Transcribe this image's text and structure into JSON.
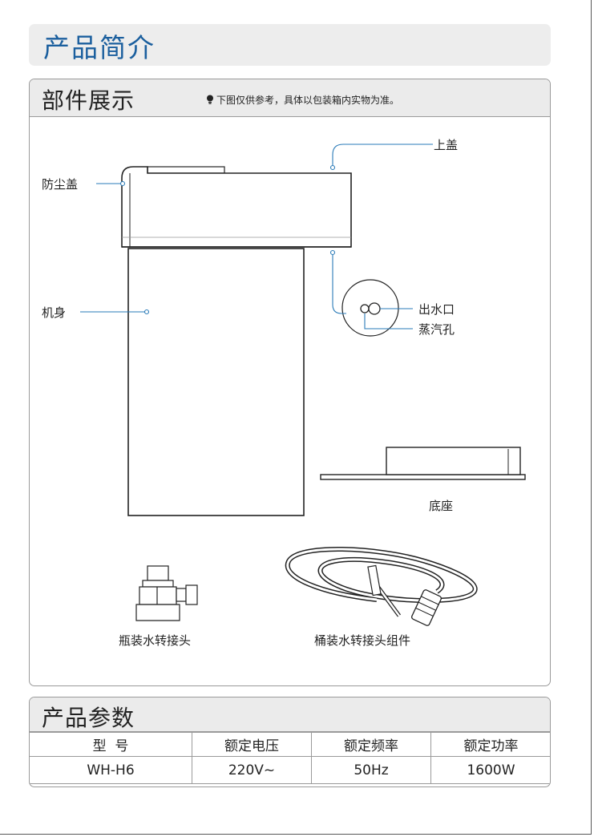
{
  "page_title": "产品简介",
  "parts": {
    "heading": "部件展示",
    "note": "下图仅供参考，具体以包装箱内实物为准。",
    "labels": {
      "top_cover": "上盖",
      "dust_cover": "防尘盖",
      "body": "机身",
      "water_outlet": "出水口",
      "steam_hole": "蒸汽孔",
      "base": "底座",
      "bottle_adapter": "瓶装水转接头",
      "bucket_adapter_kit": "桶装水转接头组件"
    }
  },
  "specs": {
    "heading": "产品参数",
    "headers": [
      "型  号",
      "额定电压",
      "额定频率",
      "额定功率"
    ],
    "values": [
      "WH-H6",
      "220V~",
      "50Hz",
      "1600W"
    ]
  },
  "colors": {
    "accent": "#1b5f9e",
    "leader_line": "#2a7bb8",
    "panel_bg": "#ebebeb",
    "border": "#9a9a9a"
  }
}
